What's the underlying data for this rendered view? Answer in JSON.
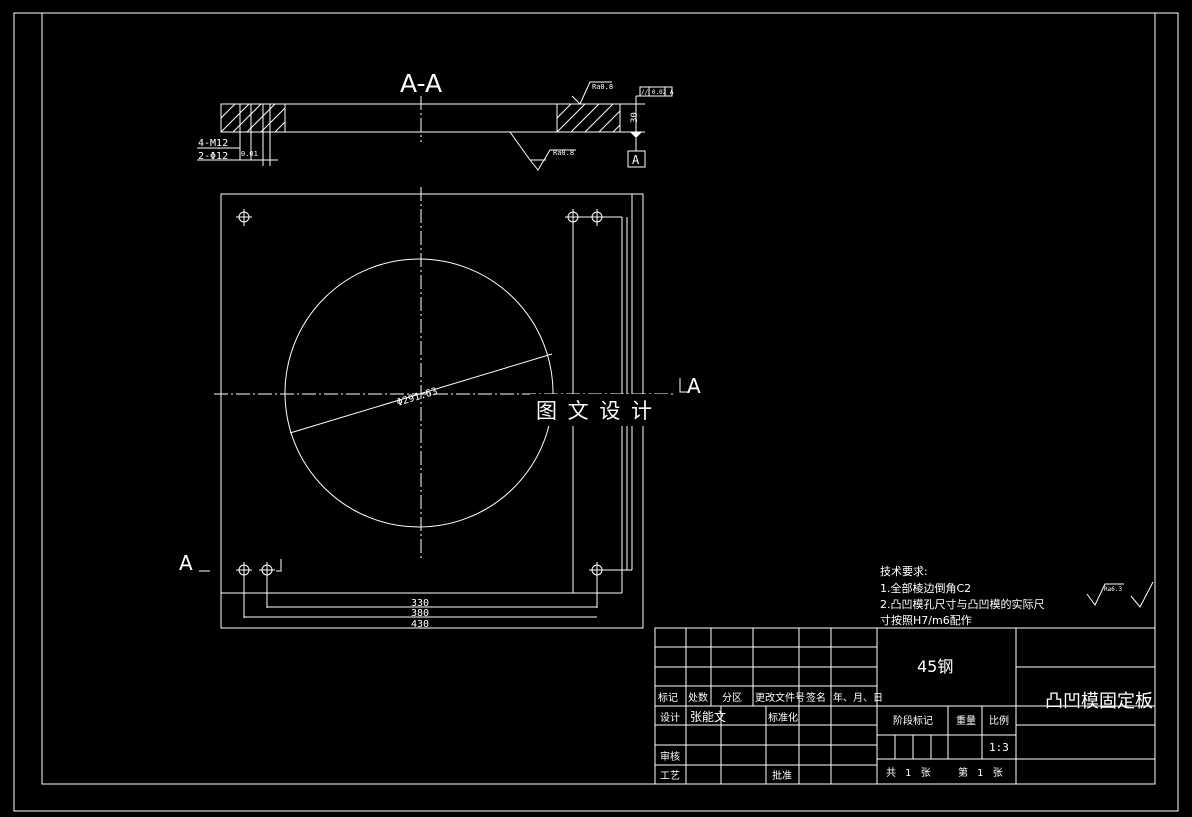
{
  "section": {
    "title": "A-A",
    "thread_note": "4-M12",
    "hole_note": "2-Φ12",
    "hole_tol": "0.01",
    "rough_top": "Ra0.8",
    "rough_bottom": "Ra0.8",
    "flatness": "// 0.02 A",
    "thickness": "30",
    "datum": "A"
  },
  "plan": {
    "diameter": "Φ291.63",
    "dims": [
      "330",
      "380",
      "430"
    ],
    "section_mark_right": "A",
    "section_mark_left": "A"
  },
  "watermark": "图 文 设 计",
  "tech": {
    "title": "技术要求:",
    "line1": "1.全部棱边倒角C2",
    "line2": "2.凸凹模孔尺寸与凸凹模的实际尺",
    "line3": "寸按照H7/m6配作",
    "rough_symbol": "Ra6.3"
  },
  "titleblock": {
    "material": "45钢",
    "part_name": "凸凹模固定板",
    "h_mark": "标记",
    "h_count": "处数",
    "h_zone": "分区",
    "h_doc": "更改文件号",
    "h_sign": "签名",
    "h_date": "年、月、日",
    "designer_label": "设计",
    "designer": "张能文",
    "standard": "标准化",
    "stage": "阶段标记",
    "weight": "重量",
    "scale_label": "比例",
    "scale": "1:3",
    "review": "审核",
    "process": "工艺",
    "approve": "批准",
    "total": "共 1 张",
    "sheet": "第 1 张"
  }
}
